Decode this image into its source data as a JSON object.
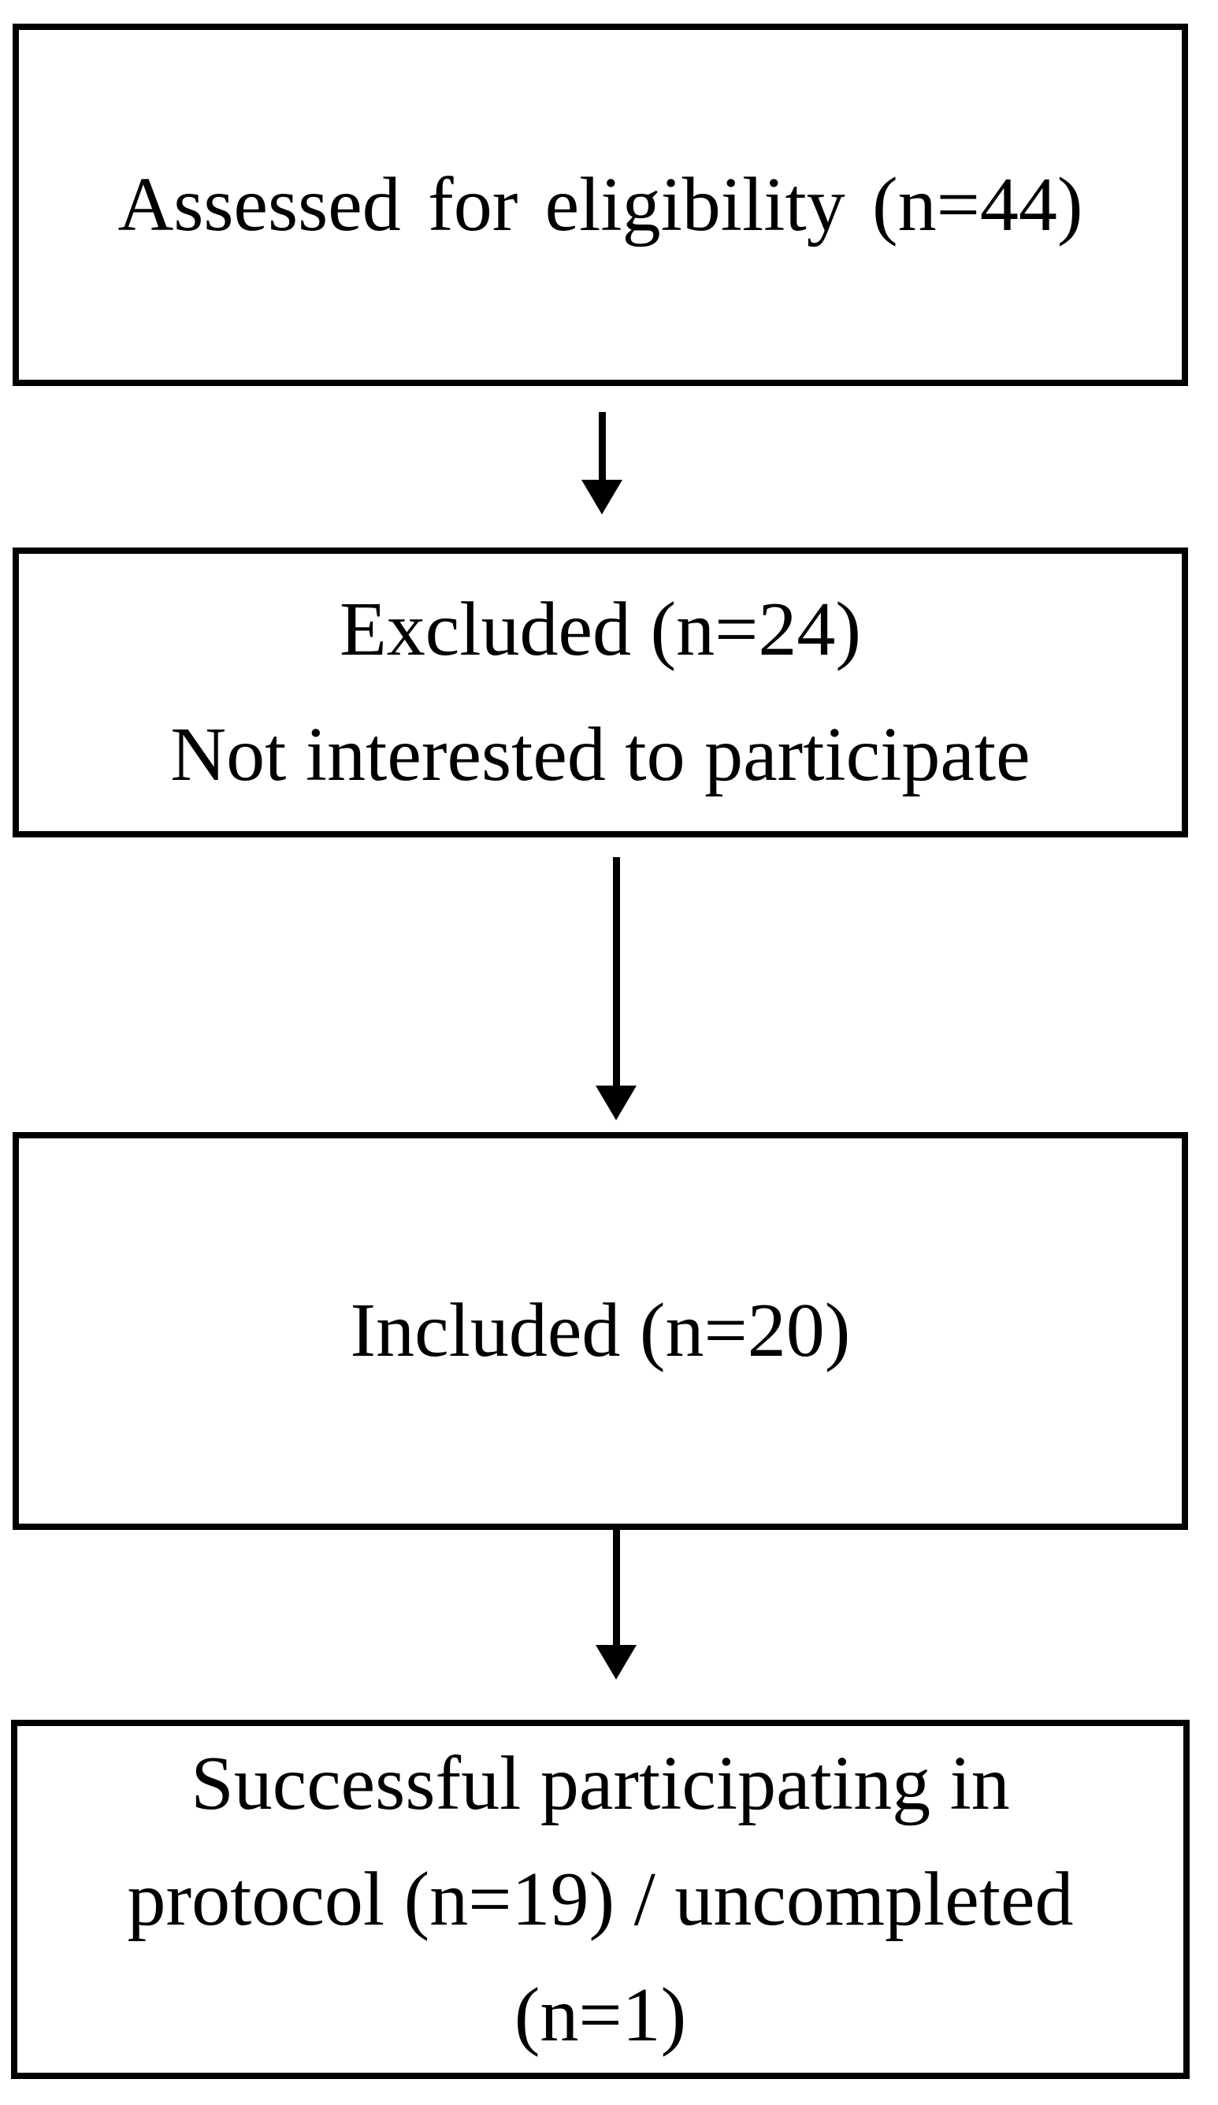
{
  "flowchart": {
    "type": "participant-flow-diagram",
    "colors": {
      "background": "#ffffff",
      "box_border": "#000000",
      "text": "#000000",
      "arrow": "#000000"
    },
    "boxes": [
      {
        "id": "assessed",
        "lines": [
          "Assessed for eligibility (n=44)"
        ]
      },
      {
        "id": "excluded",
        "lines": [
          "Excluded (n=24)",
          "Not interested to participate"
        ]
      },
      {
        "id": "included",
        "lines": [
          "Included (n=20)"
        ]
      },
      {
        "id": "outcome",
        "lines": [
          "Successful participating in",
          "protocol (n=19) / uncompleted",
          "(n=1)"
        ]
      }
    ],
    "connectors": [
      {
        "from": "assessed",
        "to": "excluded",
        "direction": "down"
      },
      {
        "from": "excluded",
        "to": "included",
        "direction": "down"
      },
      {
        "from": "included",
        "to": "outcome",
        "direction": "down"
      }
    ]
  }
}
